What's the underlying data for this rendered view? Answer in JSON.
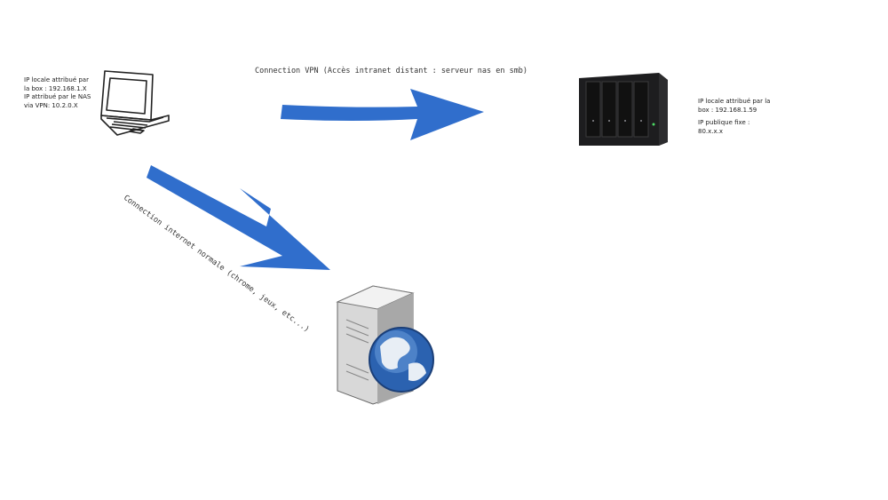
{
  "laptop_note": {
    "line1": "IP locale attribué par",
    "line2": "la box : 192.168.1.X",
    "line3": "IP attribué par le NAS",
    "line4": "via VPN: 10.2.0.X"
  },
  "nas_note": {
    "line1": "IP locale attribué par la",
    "line2": "box : 192.168.1.59",
    "line3": "IP publique fixe :",
    "line4": "80.x.x.x"
  },
  "vpn_label": "Connection VPN (Accès intranet distant : serveur nas en smb)",
  "internet_label": "Connection internet normale (chrome, jeux, etc...)",
  "colors": {
    "arrow": "#1e62c8",
    "nas": "#1d1d1f"
  }
}
